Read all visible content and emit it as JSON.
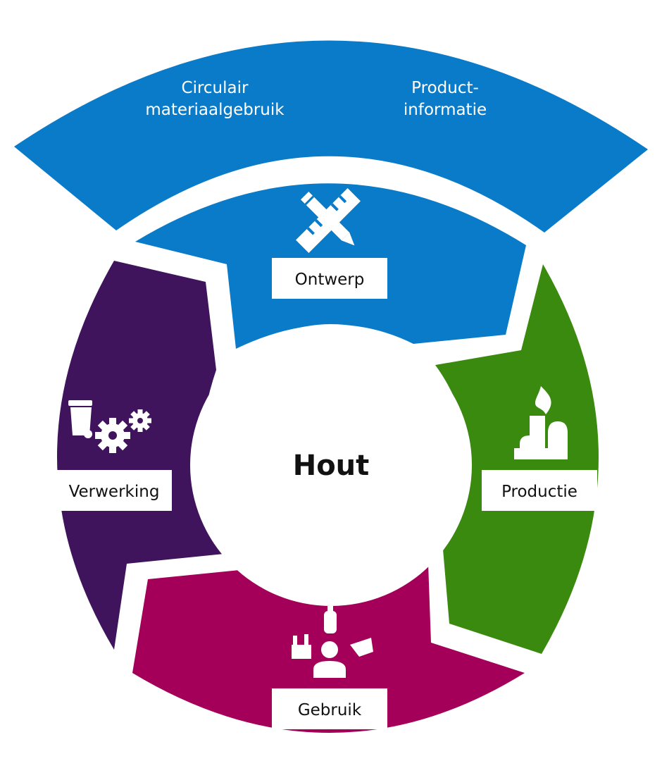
{
  "center": {
    "label": "Hout"
  },
  "outer_band": {
    "left_lines": [
      "Circulair",
      "materiaalgebruik"
    ],
    "right_lines": [
      "Product-",
      "informatie"
    ]
  },
  "segments": [
    {
      "key": "ontwerp",
      "label": "Ontwerp",
      "icon": "ruler-pencil-icon"
    },
    {
      "key": "productie",
      "label": "Productie",
      "icon": "factory-icon"
    },
    {
      "key": "gebruik",
      "label": "Gebruik",
      "icon": "consumer-products-icon"
    },
    {
      "key": "verwerking",
      "label": "Verwerking",
      "icon": "bin-gears-icon"
    }
  ],
  "colors": {
    "blue": "#0a7bc8",
    "green": "#3a8a10",
    "magenta": "#a4005a",
    "purple": "#40145c",
    "white": "#ffffff"
  }
}
